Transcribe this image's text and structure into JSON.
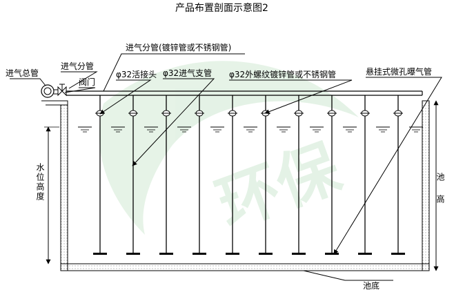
{
  "diagram": {
    "title": "产品布置剖面示意图2",
    "labels": {
      "branch_header": "进气分管(镀锌管或不锈钢管)",
      "main_inlet": "进气总管",
      "branch_inlet": "进气分管",
      "valve": "阀门",
      "union": "φ32活接头",
      "inlet_branch": "φ32进气支管",
      "threaded_pipe": "φ32外螺纹镀锌管或不锈钢管",
      "aerator": "悬挂式微孔曝气管",
      "water_level": "水位高度",
      "tank_height": "池高",
      "tank_bottom": "池底"
    },
    "drop_pipe_count": 10,
    "watermark": "环保"
  }
}
